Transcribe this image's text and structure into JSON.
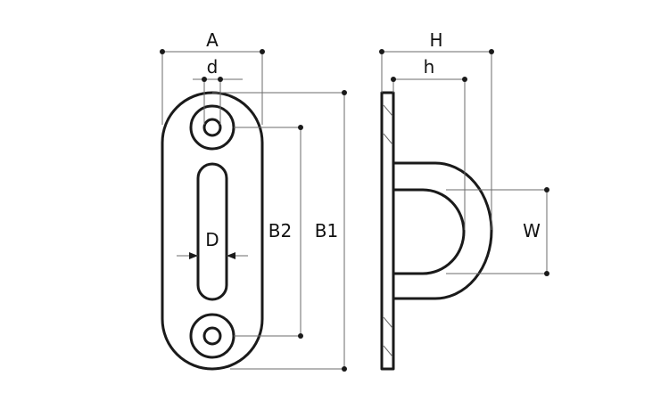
{
  "diagram": {
    "labels": {
      "A": "A",
      "d": "d",
      "D": "D",
      "B2": "B2",
      "B1": "B1",
      "H": "H",
      "h": "h",
      "W": "W"
    },
    "colors": {
      "stroke": "#1a1a1a",
      "dimension_line": "#6b6b6b",
      "background": "#ffffff"
    }
  }
}
